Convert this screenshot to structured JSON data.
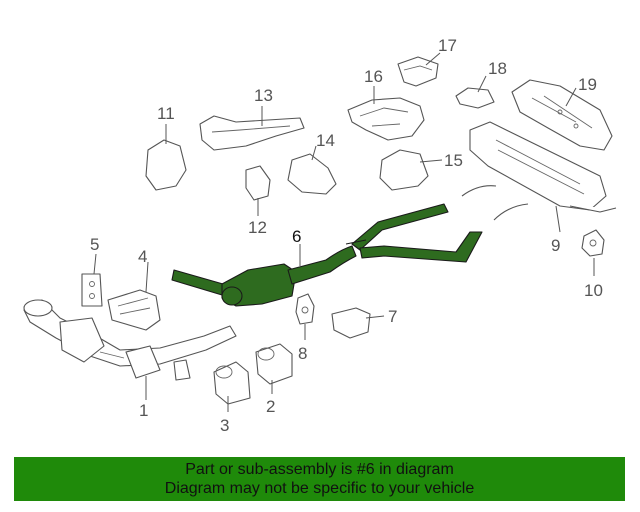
{
  "callouts": {
    "c1": "1",
    "c2": "2",
    "c3": "3",
    "c5": "5",
    "c6": "6",
    "c7": "7",
    "c8": "8",
    "c9": "9",
    "c10": "10",
    "c11": "11",
    "c12": "12",
    "c13": "13",
    "c14": "14",
    "c15": "15",
    "c16": "16",
    "c17": "17",
    "c18": "18",
    "c19": "19",
    "c4": "4"
  },
  "banner": {
    "line1": "Part or sub-assembly is #6 in diagram",
    "line2": "Diagram may not be specific to your vehicle"
  },
  "colors": {
    "highlight": "#2e6b1f",
    "banner": "#1f8a0a"
  }
}
